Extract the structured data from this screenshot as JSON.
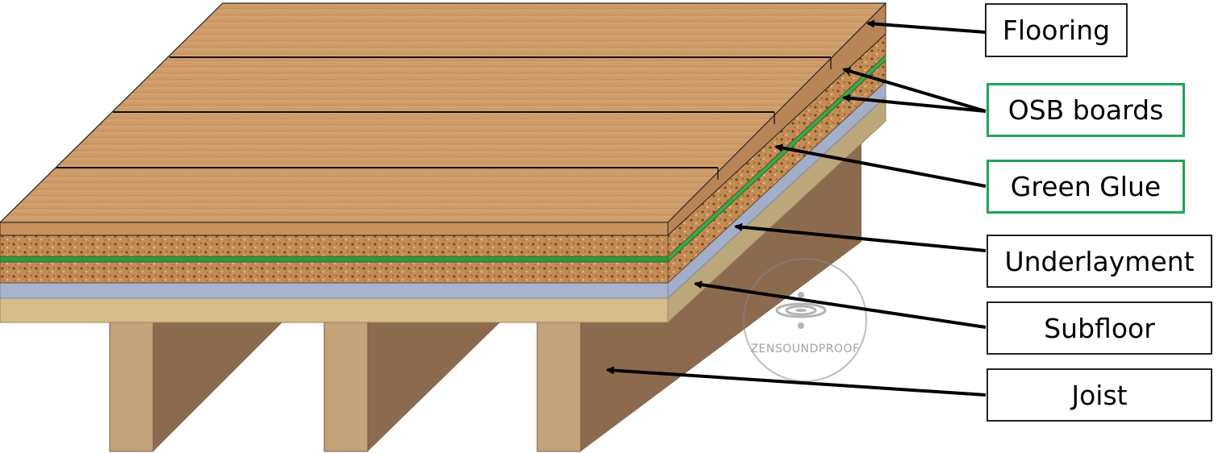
{
  "labels": {
    "flooring": "Flooring",
    "osb_boards": "OSB boards",
    "green_glue": "Green Glue",
    "underlayment": "Underlayment",
    "subfloor": "Subfloor",
    "joist": "Joist"
  },
  "watermark": {
    "text": "ZENSOUNDPROOF"
  },
  "colors": {
    "wood": "#cf9a66",
    "wood_side": "#b98455",
    "osb": "#c89259",
    "green_glue": "#2f9a3c",
    "underlayment": "#a9b4cc",
    "subfloor": "#d6bd8a",
    "subfloor_side": "#bba77a",
    "joist_front": "#c4a27a",
    "joist_side": "#8c6a4e",
    "green_border": "#21a455"
  },
  "icons": {
    "watermark": "sound-wave-drop-icon"
  }
}
